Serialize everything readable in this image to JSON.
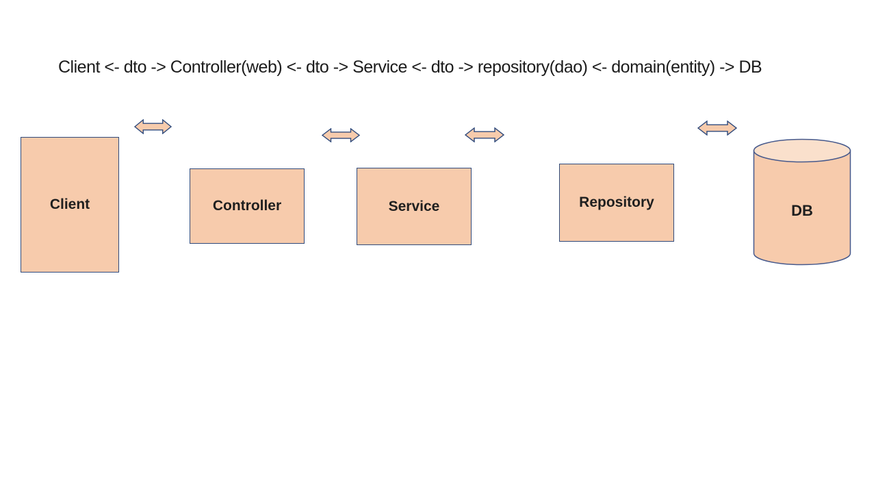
{
  "title": "Client <- dto -> Controller(web) <- dto -> Service <- dto -> repository(dao) <- domain(entity) -> DB",
  "nodes": [
    {
      "id": "client",
      "label": "Client",
      "shape": "rect"
    },
    {
      "id": "controller",
      "label": "Controller",
      "shape": "rect"
    },
    {
      "id": "service",
      "label": "Service",
      "shape": "rect"
    },
    {
      "id": "repository",
      "label": "Repository",
      "shape": "rect"
    },
    {
      "id": "db",
      "label": "DB",
      "shape": "cylinder"
    }
  ],
  "connectors": [
    {
      "from": "client",
      "to": "controller",
      "type": "double-arrow"
    },
    {
      "from": "controller",
      "to": "service",
      "type": "double-arrow"
    },
    {
      "from": "service",
      "to": "repository",
      "type": "double-arrow"
    },
    {
      "from": "repository",
      "to": "db",
      "type": "double-arrow"
    }
  ],
  "colors": {
    "background": "#ffffff",
    "shape_fill": "#f7cbac",
    "cylinder_top_fill": "#fae0cc",
    "shape_border": "#2f4a7c",
    "cylinder_border": "#46598c",
    "text": "#1c1c1c"
  }
}
